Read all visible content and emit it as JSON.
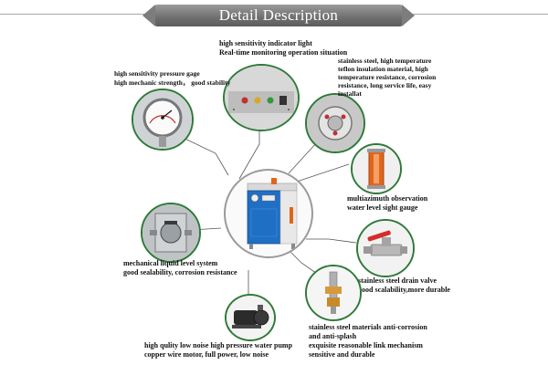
{
  "header": {
    "title": "Detail Description"
  },
  "callouts": {
    "indicator": {
      "line1": "high sensitivity indicator light",
      "line2": "Real-time monitoring operation situation"
    },
    "pressure_gage": {
      "line1": "high sensitivity pressure gage",
      "line2": "high mechanic strength， good stability"
    },
    "teflon": {
      "text": "stainless steel, high temperature\nteflon insulation material, high\ntemperature resistance, corrosion\nresistance, long service life, easy\ninstallat"
    },
    "water_gauge": {
      "line1": "multiazimuth observation",
      "line2": "water level sight gauge"
    },
    "liquid_level": {
      "line1": "mechanical liquid level system",
      "line2": "good sealability, corrosion resistance"
    },
    "drain_valve": {
      "line1": "stainless steel drain valve",
      "line2": "good scalability,more durable"
    },
    "anti_corrosion": {
      "line1": "stainless steel materials anti-corrosion",
      "line2": "and anti-splash",
      "line3": "exquisite reasonable link mechanism",
      "line4": "sensitive and durable"
    },
    "pump": {
      "line1": "high qulity low noise high pressure water pump",
      "line2": "copper wire motor, full power, low noise"
    }
  },
  "colors": {
    "ring": "#2f7a3a",
    "cabinet_blue": "#1f6fc4",
    "gauge_orange": "#e0661b",
    "valve_red": "#d62b2b"
  }
}
